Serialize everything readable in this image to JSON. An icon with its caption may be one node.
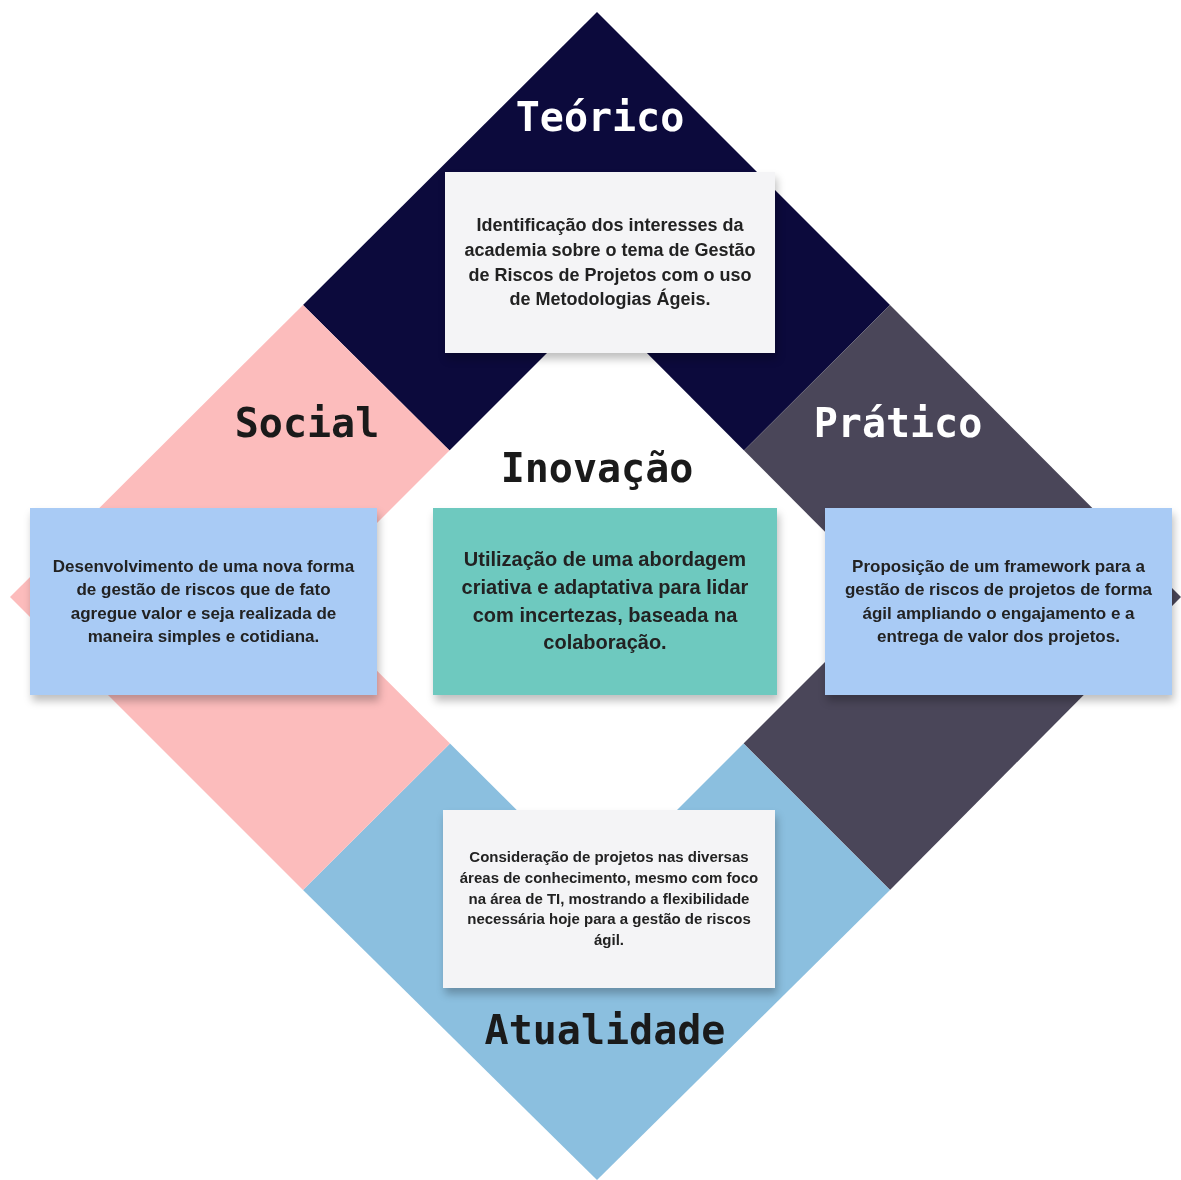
{
  "diagram": {
    "nodes": [
      {
        "text": [
          "Teórico"
        ]
      },
      {
        "text": [
          "Identificação dos interesses da academia sobre o tema de Gestão de Riscos de Projetos com o uso de Metodologias Ágeis."
        ]
      },
      {
        "text": [
          "Social"
        ]
      },
      {
        "text": [
          "Prático"
        ]
      },
      {
        "text": [
          "Inovação"
        ]
      },
      {
        "text": [
          "Utilização de uma abordagem criativa e adaptativa para lidar com incertezas, baseada na colaboração."
        ]
      },
      {
        "text": [
          "Desenvolvimento de uma nova forma de gestão de riscos que de fato agregue valor e seja realizada de maneira simples e cotidiana."
        ]
      },
      {
        "text": [
          "Proposição de um framework para a gestão de riscos de projetos de forma ágil ampliando o engajamento e a entrega de valor dos projetos."
        ]
      },
      {
        "text": [
          "Atualidade"
        ]
      },
      {
        "text": [
          "Consideração de projetos nas diversas áreas de conhecimento, mesmo com foco na área de TI, mostrando a flexibilidade necessária hoje para a gestão de riscos ágil."
        ]
      }
    ]
  }
}
